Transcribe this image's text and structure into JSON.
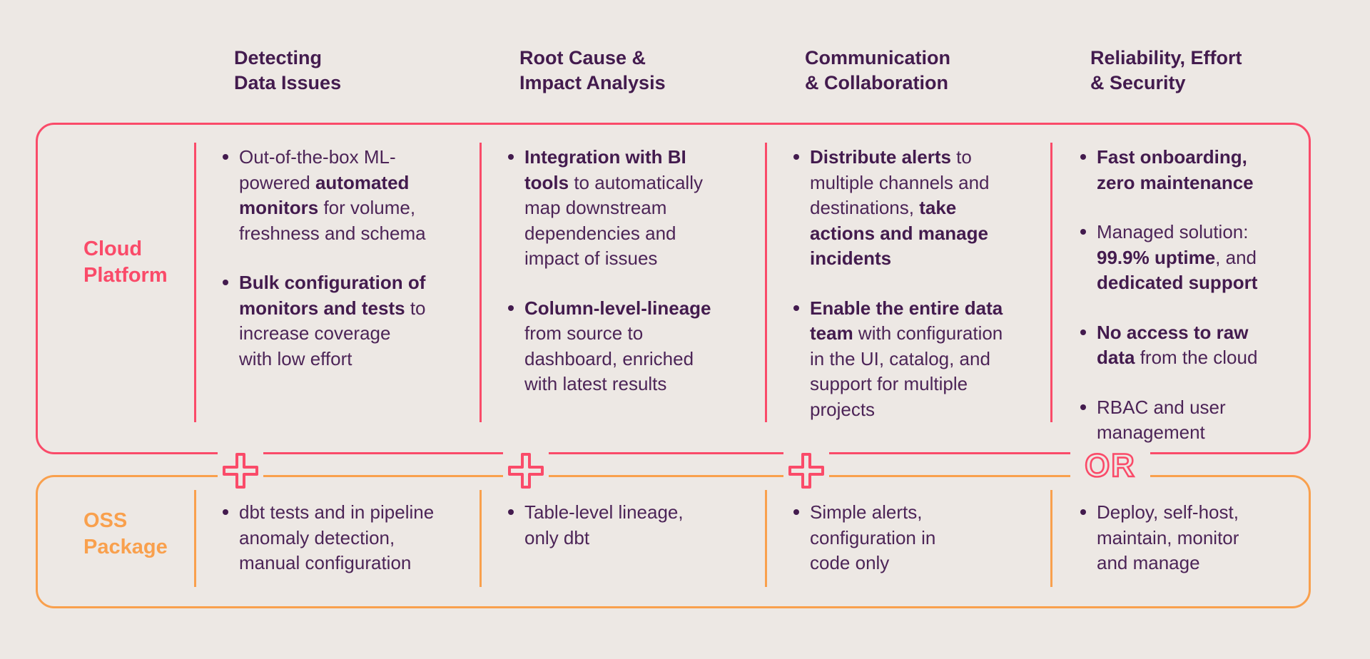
{
  "colors": {
    "bg": "#EDE8E4",
    "pink": "#FA4B69",
    "orange": "#F9A04D",
    "text": "#4C2457",
    "head": "#431B4E"
  },
  "column_headers": [
    {
      "line1": "Detecting",
      "line2": "Data Issues"
    },
    {
      "line1": "Root Cause &",
      "line2": "Impact Analysis"
    },
    {
      "line1": "Communication",
      "line2": "& Collaboration"
    },
    {
      "line1": "Reliability, Effort",
      "line2": "& Security"
    }
  ],
  "connectors": [
    {
      "type": "plus"
    },
    {
      "type": "plus"
    },
    {
      "type": "plus"
    },
    {
      "type": "or",
      "label": "OR"
    }
  ],
  "cards": [
    {
      "id": "cloud-platform",
      "label_lines": [
        "Cloud",
        "Platform"
      ],
      "label_color": "#FA4B69",
      "border_color": "#FA4B69",
      "columns": [
        {
          "bullets": [
            {
              "lines": [
                [
                  {
                    "t": "Out-of-the-box ML-",
                    "b": false
                  }
                ],
                [
                  {
                    "t": "powered ",
                    "b": false
                  },
                  {
                    "t": "automated",
                    "b": true
                  }
                ],
                [
                  {
                    "t": "monitors",
                    "b": true
                  },
                  {
                    "t": " for volume,",
                    "b": false
                  }
                ],
                [
                  {
                    "t": "freshness and schema",
                    "b": false
                  }
                ]
              ]
            },
            {
              "lines": [
                [
                  {
                    "t": "Bulk configuration of",
                    "b": true
                  }
                ],
                [
                  {
                    "t": "monitors and tests",
                    "b": true
                  },
                  {
                    "t": " to",
                    "b": false
                  }
                ],
                [
                  {
                    "t": "increase coverage",
                    "b": false
                  }
                ],
                [
                  {
                    "t": "with low effort",
                    "b": false
                  }
                ]
              ]
            }
          ]
        },
        {
          "bullets": [
            {
              "lines": [
                [
                  {
                    "t": "Integration with BI",
                    "b": true
                  }
                ],
                [
                  {
                    "t": "tools",
                    "b": true
                  },
                  {
                    "t": " to automatically",
                    "b": false
                  }
                ],
                [
                  {
                    "t": "map downstream",
                    "b": false
                  }
                ],
                [
                  {
                    "t": "dependencies and",
                    "b": false
                  }
                ],
                [
                  {
                    "t": "impact of issues",
                    "b": false
                  }
                ]
              ]
            },
            {
              "lines": [
                [
                  {
                    "t": "Column-level-lineage",
                    "b": true
                  }
                ],
                [
                  {
                    "t": "from source to",
                    "b": false
                  }
                ],
                [
                  {
                    "t": "dashboard, enriched",
                    "b": false
                  }
                ],
                [
                  {
                    "t": "with latest results",
                    "b": false
                  }
                ]
              ]
            }
          ]
        },
        {
          "bullets": [
            {
              "lines": [
                [
                  {
                    "t": "Distribute alerts",
                    "b": true
                  },
                  {
                    "t": " to",
                    "b": false
                  }
                ],
                [
                  {
                    "t": "multiple channels and",
                    "b": false
                  }
                ],
                [
                  {
                    "t": "destinations, ",
                    "b": false
                  },
                  {
                    "t": "take",
                    "b": true
                  }
                ],
                [
                  {
                    "t": "actions and manage",
                    "b": true
                  }
                ],
                [
                  {
                    "t": "incidents",
                    "b": true
                  }
                ]
              ]
            },
            {
              "lines": [
                [
                  {
                    "t": "Enable the entire data",
                    "b": true
                  }
                ],
                [
                  {
                    "t": "team",
                    "b": true
                  },
                  {
                    "t": " with configuration",
                    "b": false
                  }
                ],
                [
                  {
                    "t": "in the UI, catalog, and",
                    "b": false
                  }
                ],
                [
                  {
                    "t": "support for multiple",
                    "b": false
                  }
                ],
                [
                  {
                    "t": "projects",
                    "b": false
                  }
                ]
              ]
            }
          ]
        },
        {
          "bullets": [
            {
              "lines": [
                [
                  {
                    "t": "Fast onboarding,",
                    "b": true
                  }
                ],
                [
                  {
                    "t": "zero maintenance",
                    "b": true
                  }
                ]
              ]
            },
            {
              "lines": [
                [
                  {
                    "t": "Managed solution:",
                    "b": false
                  }
                ],
                [
                  {
                    "t": "99.9% uptime",
                    "b": true
                  },
                  {
                    "t": ", and",
                    "b": false
                  }
                ],
                [
                  {
                    "t": "dedicated support",
                    "b": true
                  }
                ]
              ]
            },
            {
              "lines": [
                [
                  {
                    "t": "No access to raw",
                    "b": true
                  }
                ],
                [
                  {
                    "t": "data",
                    "b": true
                  },
                  {
                    "t": " from the cloud",
                    "b": false
                  }
                ]
              ]
            },
            {
              "lines": [
                [
                  {
                    "t": "RBAC and user",
                    "b": false
                  }
                ],
                [
                  {
                    "t": "management",
                    "b": false
                  }
                ]
              ]
            }
          ]
        }
      ]
    },
    {
      "id": "oss-package",
      "label_lines": [
        "OSS",
        "Package"
      ],
      "label_color": "#F9A04D",
      "border_color": "#F9A04D",
      "columns": [
        {
          "bullets": [
            {
              "lines": [
                [
                  {
                    "t": "dbt tests and in pipeline",
                    "b": false
                  }
                ],
                [
                  {
                    "t": "anomaly detection,",
                    "b": false
                  }
                ],
                [
                  {
                    "t": "manual configuration",
                    "b": false
                  }
                ]
              ]
            }
          ]
        },
        {
          "bullets": [
            {
              "lines": [
                [
                  {
                    "t": "Table-level lineage,",
                    "b": false
                  }
                ],
                [
                  {
                    "t": "only dbt",
                    "b": false
                  }
                ]
              ]
            }
          ]
        },
        {
          "bullets": [
            {
              "lines": [
                [
                  {
                    "t": "Simple alerts,",
                    "b": false
                  }
                ],
                [
                  {
                    "t": "configuration in",
                    "b": false
                  }
                ],
                [
                  {
                    "t": "code only",
                    "b": false
                  }
                ]
              ]
            }
          ]
        },
        {
          "bullets": [
            {
              "lines": [
                [
                  {
                    "t": "Deploy, self-host,",
                    "b": false
                  }
                ],
                [
                  {
                    "t": "maintain, monitor",
                    "b": false
                  }
                ],
                [
                  {
                    "t": "and manage",
                    "b": false
                  }
                ]
              ]
            }
          ]
        }
      ]
    }
  ]
}
